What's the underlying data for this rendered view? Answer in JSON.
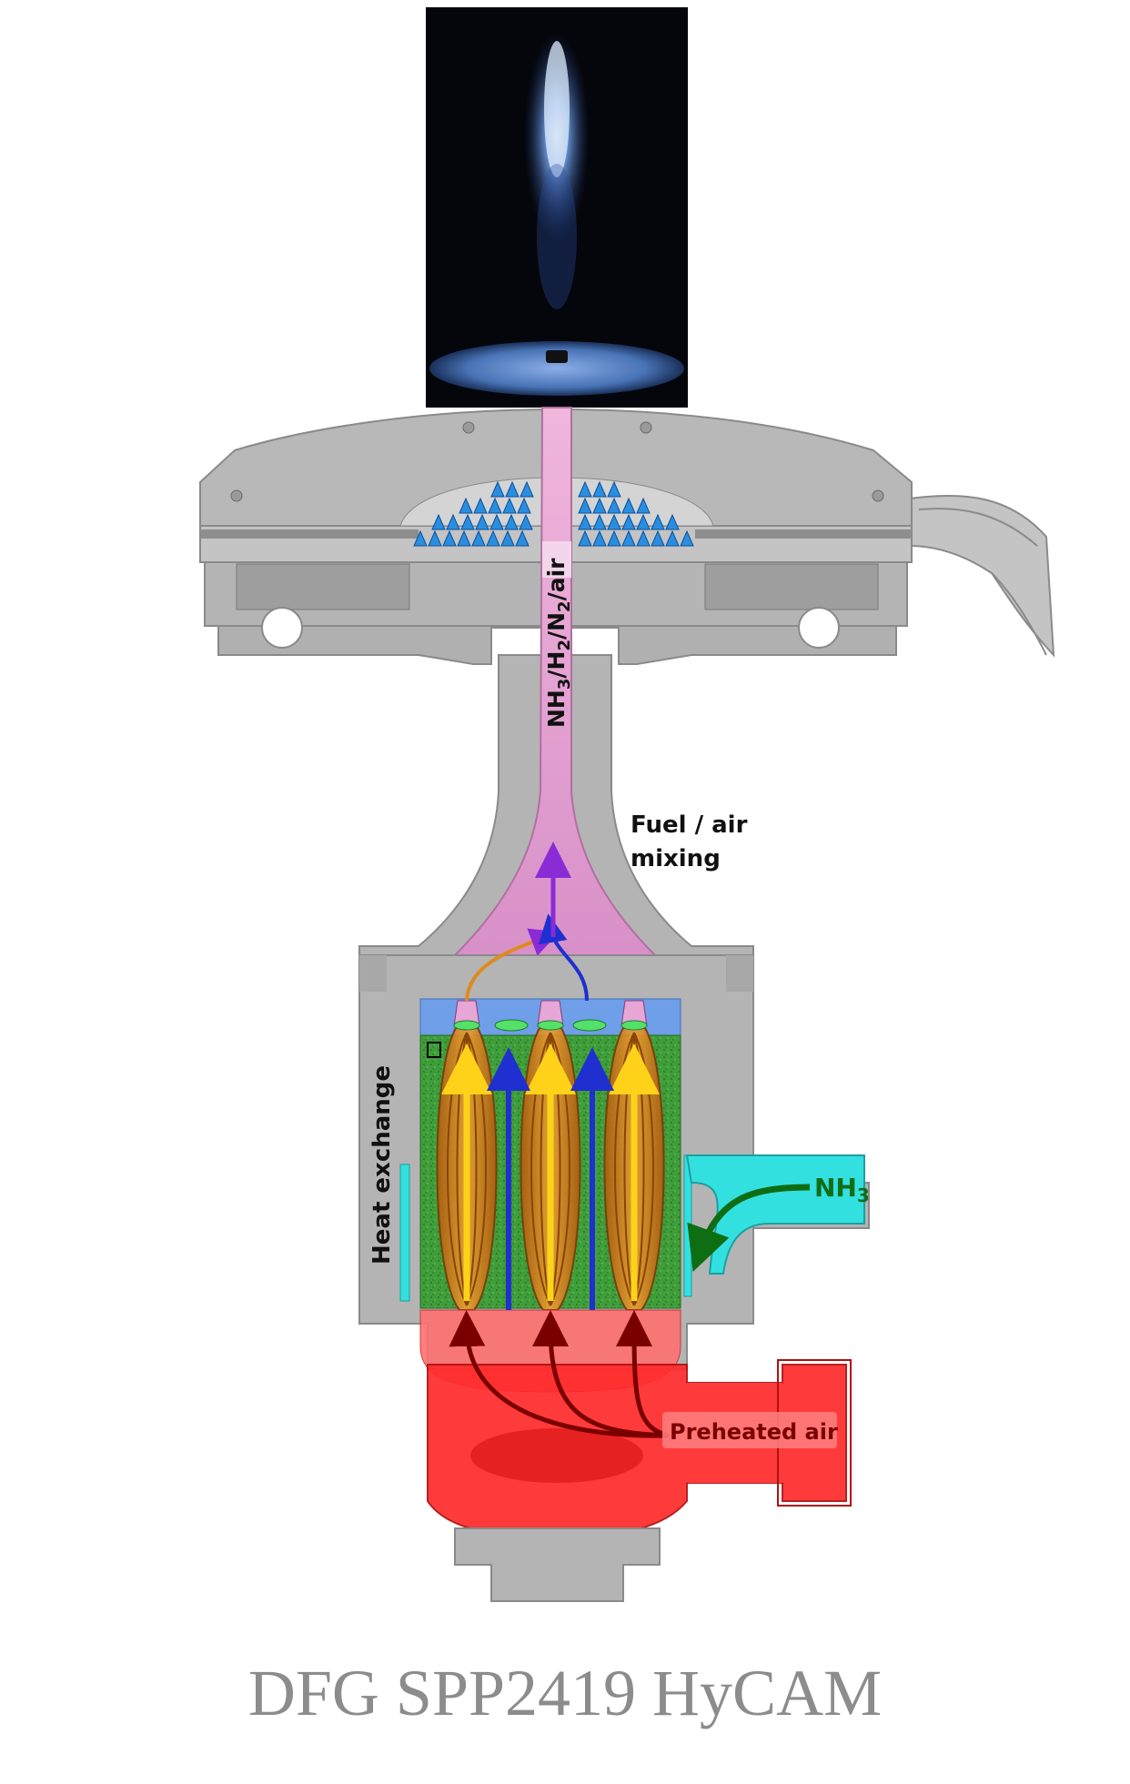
{
  "labels": {
    "mixture_formula": "NH3/H2/N2/air",
    "mixture_parts": [
      {
        "text": "NH",
        "sub": false
      },
      {
        "text": "3",
        "sub": true
      },
      {
        "text": "/H",
        "sub": false
      },
      {
        "text": "2",
        "sub": true
      },
      {
        "text": "/N",
        "sub": false
      },
      {
        "text": "2",
        "sub": true
      },
      {
        "text": "/air",
        "sub": false
      }
    ],
    "fuel_air_line1": "Fuel / air",
    "fuel_air_line2": "mixing",
    "heat_exchange": "Heat exchange",
    "nh3_main": "NH",
    "nh3_sub": "3",
    "preheated_air": "Preheated air"
  },
  "caption": "DFG SPP2419 HyCAM",
  "colors": {
    "housing": "#b4b4b4",
    "housing_dark": "#8a8a8a",
    "mixing_pink": "#e6a6d6",
    "heat_exchanger_green": "#3f9e3a",
    "distribution_blue": "#6f9fe8",
    "ammonia_cyan": "#33e0e0",
    "air_red": "#ff2a2a",
    "arrow_yellow": "#ffd21a",
    "arrow_blue": "#1f2fd0",
    "arrow_darkred": "#7a0000",
    "arrow_green": "#0e6e14",
    "flame_blue": "#8fbfff",
    "caption_gray": "#8c8c8c"
  }
}
